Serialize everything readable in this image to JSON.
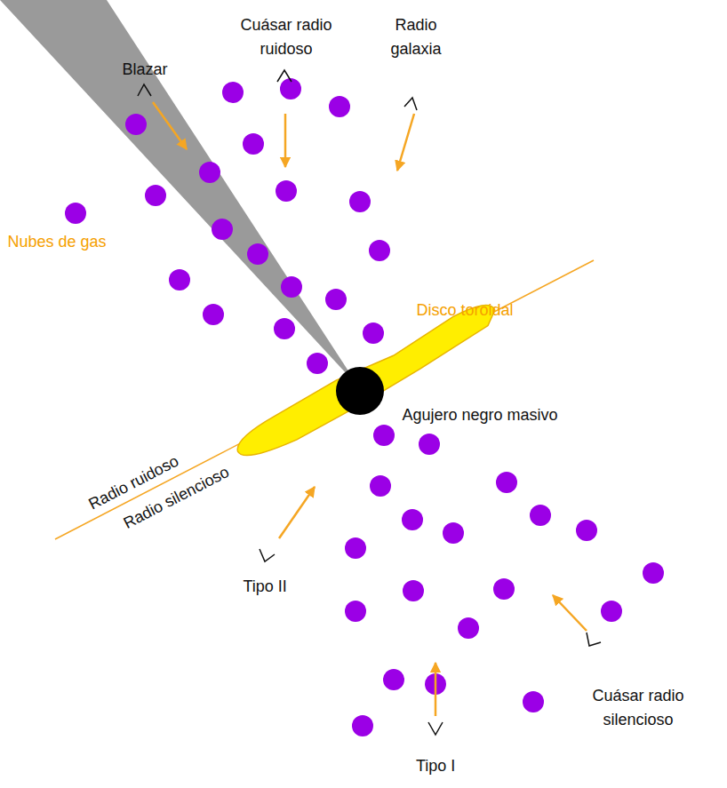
{
  "diagram": {
    "labels": [
      "Blazar",
      "Cuásar radio ruidoso",
      "Radio galaxia",
      "Nubes de gas",
      "Disco toroidal",
      "Agujero negro masivo",
      "Radio ruidoso",
      "Radio silencioso",
      "Tipo II",
      "Tipo I",
      "Cuásar radio silencioso"
    ]
  }
}
